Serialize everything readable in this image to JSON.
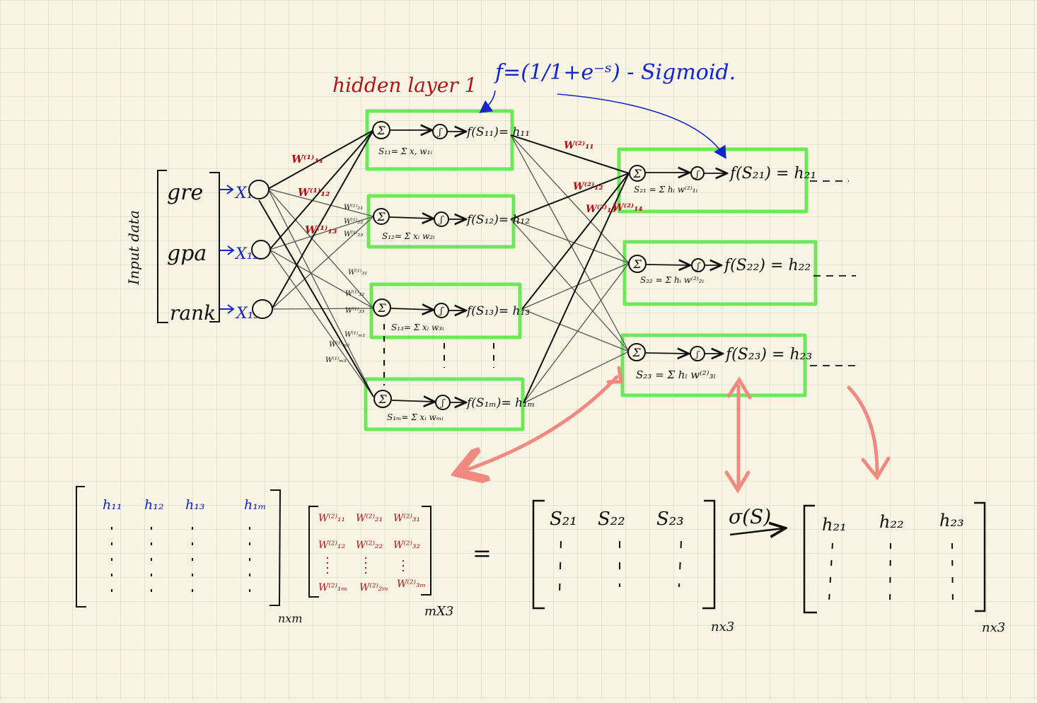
{
  "colors": {
    "paper": "#f7f4e4",
    "grid": "#cfd0c2",
    "ink": "#111111",
    "blue": "#1525c8",
    "red": "#b01515",
    "highlight": "#6ee85a",
    "arrow_pink": "#f08a80"
  },
  "title": {
    "hidden_layer": "hidden layer 1",
    "activation": "f=(1/1+e⁻ˢ) - Sigmoid."
  },
  "inputs": {
    "side_label": "Input data",
    "features": [
      "gre",
      "gpa",
      "rank"
    ],
    "nodes": [
      "X₁₁",
      "X₁₂",
      "X₁₃"
    ]
  },
  "hidden1": {
    "sums": [
      "S₁₁= Σ x, w₁ᵢ",
      "S₁₂= Σ xᵢ w₂ᵢ",
      "S₁₃= Σ xᵢ w₃ᵢ",
      "S₁ₘ= Σ xᵢ wₘᵢ"
    ],
    "outputs": [
      "f(S₁₁)= h₁₁",
      "f(S₁₂)= h₁₂",
      "f(S₁₃)= h₁₃",
      "f(S₁ₘ)= h₁ₘ"
    ]
  },
  "weights1": [
    "W⁽¹⁾₁₁",
    "W⁽¹⁾₁₂",
    "W⁽¹⁾₁₃",
    "W⁽¹⁾₂₁",
    "W⁽¹⁾₂₂",
    "W⁽¹⁾₂₃",
    "W⁽¹⁾₃₁",
    "W⁽¹⁾₃₂",
    "W⁽¹⁾₃₃",
    "W⁽¹⁾ₘ₁",
    "W⁽¹⁾ₘ₂",
    "W⁽¹⁾ₘ₃"
  ],
  "weights2": [
    "W⁽²⁾₁₁",
    "W⁽²⁾₁₂",
    "W⁽²⁾₁₃",
    "W⁽²⁾₁₄"
  ],
  "hidden2": {
    "sums": [
      "S₂₁ = Σ hᵢ w⁽²⁾₁ᵢ",
      "S₂₂ = Σ hᵢ w⁽²⁾₂ᵢ",
      "S₂₃ = Σ hᵢ w⁽²⁾₃ᵢ"
    ],
    "outputs": [
      "f(S₂₁) = h₂₁",
      "f(S₂₂) = h₂₂",
      "f(S₂₃) = h₂₃"
    ]
  },
  "matrices": {
    "H": {
      "headers": [
        "h₁₁",
        "h₁₂",
        "h₁₃",
        "h₁ₘ"
      ],
      "dim": "nxm"
    },
    "W": {
      "rows": [
        [
          "W⁽²⁾₁₁",
          "W⁽²⁾₂₁",
          "W⁽²⁾₃₁"
        ],
        [
          "W⁽²⁾₁₂",
          "W⁽²⁾₂₂",
          "W⁽²⁾₃₂"
        ],
        [
          "W⁽²⁾₁ₘ",
          "W⁽²⁾₂ₘ",
          "W⁽²⁾₃ₘ"
        ]
      ],
      "dim": "mX3"
    },
    "equals": "=",
    "S": {
      "headers": [
        "S₂₁",
        "S₂₂",
        "S₂₃"
      ],
      "dim": "nx3"
    },
    "sigma": "σ(S)",
    "Hout": {
      "headers": [
        "h₂₁",
        "h₂₂",
        "h₂₃"
      ],
      "dim": "nx3"
    }
  }
}
